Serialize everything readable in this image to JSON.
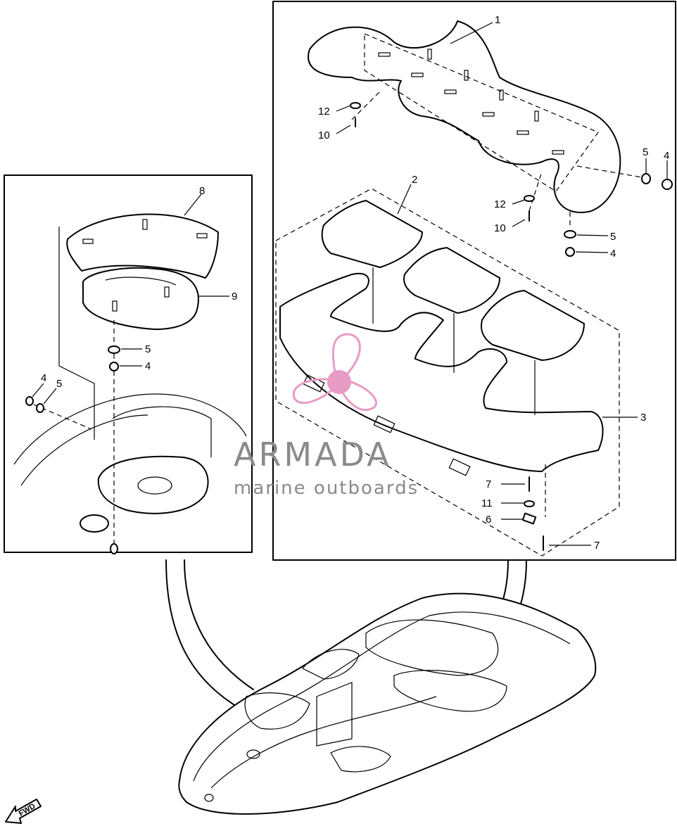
{
  "callouts": {
    "c1": "1",
    "c2": "2",
    "c3": "3",
    "c4a": "4",
    "c4b": "4",
    "c4c": "4",
    "c4d": "4",
    "c5a": "5",
    "c5b": "5",
    "c5c": "5",
    "c5d": "5",
    "c6": "6",
    "c7a": "7",
    "c7b": "7",
    "c8": "8",
    "c9": "9",
    "c10a": "10",
    "c10b": "10",
    "c11": "11",
    "c12a": "12",
    "c12b": "12"
  },
  "watermark": {
    "name": "ARMADA",
    "tagline": "marine outboards",
    "color": "#8a8a8a",
    "accent": "#e89bc4"
  },
  "fwd_label": "FWD"
}
